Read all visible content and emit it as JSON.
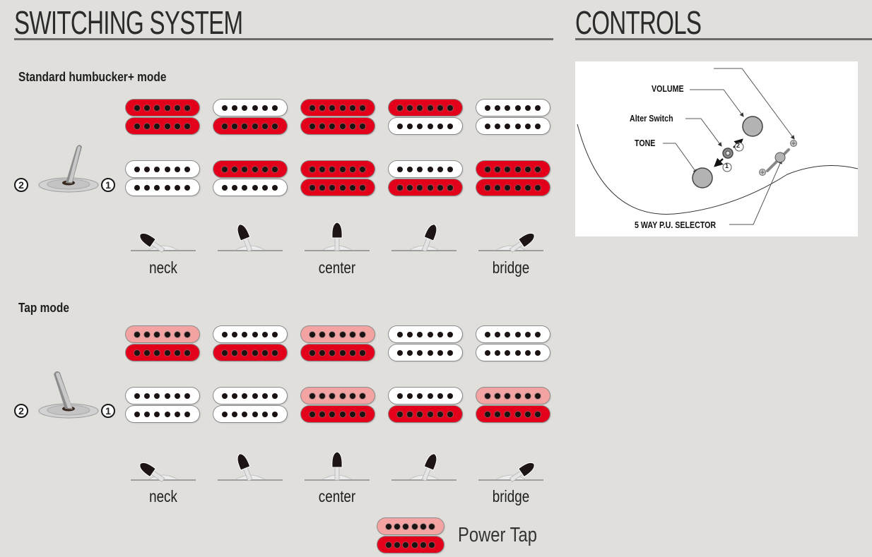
{
  "headings": {
    "switching": "SWITCHING SYSTEM",
    "controls": "CONTROLS"
  },
  "colors": {
    "active": "#e3001b",
    "inactive": "#ffffff",
    "power_tap": "#f4a3a3",
    "background": "#e0dfdc"
  },
  "standard_mode": {
    "label": "Standard humbucker+ mode",
    "alter_switch_labels": [
      "2",
      "1"
    ],
    "rows": [
      [
        [
          "red",
          "red"
        ],
        [
          "white",
          "red"
        ],
        [
          "red",
          "red"
        ],
        [
          "red",
          "white"
        ],
        [
          "white",
          "white"
        ]
      ],
      [
        [
          "white",
          "white"
        ],
        [
          "red",
          "white"
        ],
        [
          "red",
          "red"
        ],
        [
          "white",
          "red"
        ],
        [
          "red",
          "red"
        ]
      ]
    ],
    "position_labels": [
      "neck",
      "",
      "center",
      "",
      "bridge"
    ]
  },
  "tap_mode": {
    "label": "Tap mode",
    "alter_switch_labels": [
      "2",
      "1"
    ],
    "rows": [
      [
        [
          "pink",
          "red"
        ],
        [
          "white",
          "red"
        ],
        [
          "pink",
          "red"
        ],
        [
          "white",
          "white"
        ],
        [
          "white",
          "white"
        ]
      ],
      [
        [
          "white",
          "white"
        ],
        [
          "white",
          "white"
        ],
        [
          "pink",
          "red"
        ],
        [
          "white",
          "red"
        ],
        [
          "pink",
          "red"
        ]
      ]
    ],
    "position_labels": [
      "neck",
      "",
      "center",
      "",
      "bridge"
    ]
  },
  "legend": {
    "power_tap": "Power Tap",
    "swatch": [
      "pink",
      "red"
    ]
  },
  "controls": {
    "volume": "VOLUME",
    "alter_switch": "Alter Switch",
    "tone": "TONE",
    "selector": "5 WAY P.U. SELECTOR",
    "alter_positions": [
      "1",
      "2"
    ]
  }
}
